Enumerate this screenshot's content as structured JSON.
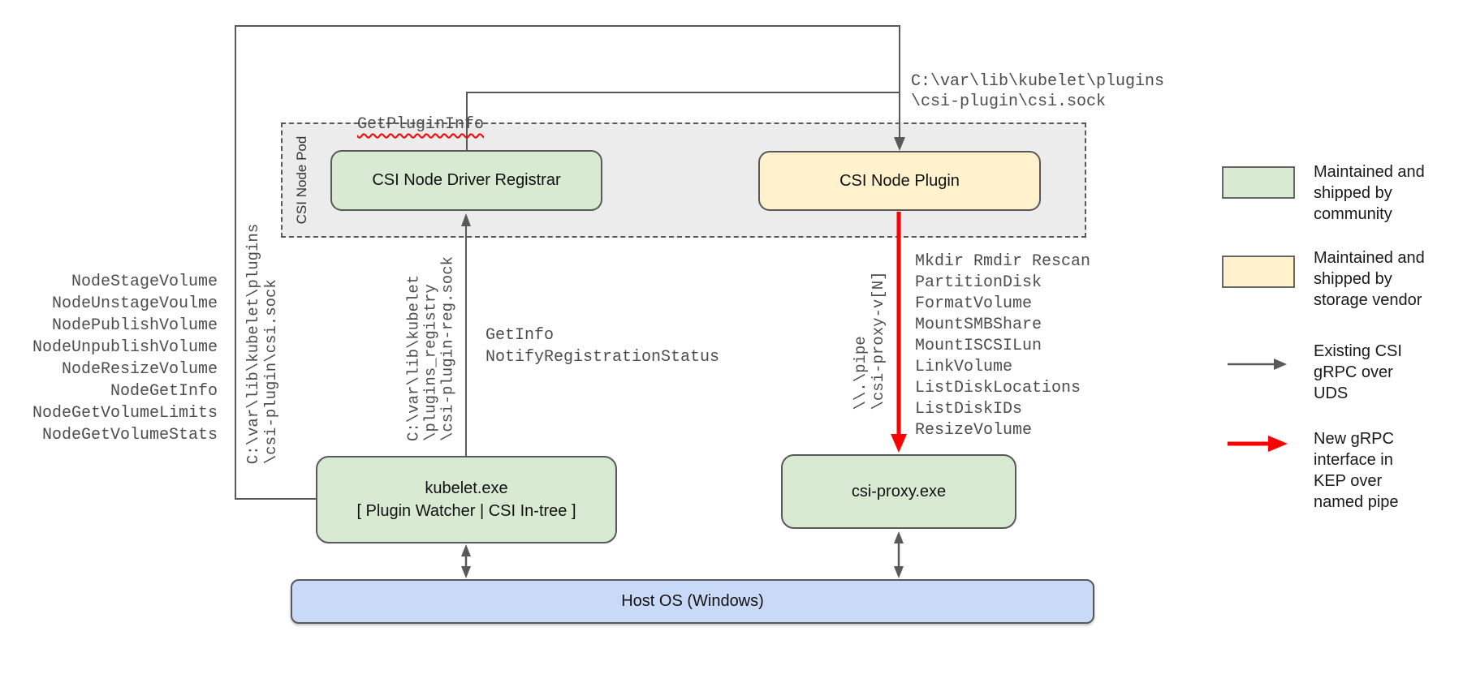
{
  "colors": {
    "green": "#d9ead3",
    "yellow": "#fff2cc",
    "blue": "#c9daf8",
    "pod-gray": "#ececec",
    "line": "#595959",
    "red": "#ff0000"
  },
  "diagram": {
    "pod_label": "CSI Node Pod",
    "registrar_label": "CSI Node Driver Registrar",
    "plugin_label": "CSI Node Plugin",
    "kubelet_title": "kubelet.exe",
    "kubelet_subtitle": "[ Plugin Watcher | CSI In-tree ]",
    "csi_proxy_label": "csi-proxy.exe",
    "host_os_label": "Host OS (Windows)",
    "get_plugin_info": "GetPluginInfo",
    "plugins_sock_top": "C:\\var\\lib\\kubelet\\plugins\n\\csi-plugin\\csi.sock",
    "plugins_sock_left": "C:\\var\\lib\\kubelet\\plugins\n\\csi-plugin\\csi.sock",
    "registry_sock": "C:\\var\\lib\\kubelet\n\\plugins_registry\n\\csi-plugin-reg.sock",
    "named_pipe": "\\\\.\\pipe\n\\csi-proxy-v[N]",
    "registration_calls": "GetInfo\nNotifyRegistrationStatus",
    "node_methods": [
      "NodeStageVolume",
      "NodeUnstageVoulme",
      "NodePublishVolume",
      "NodeUnpublishVolume",
      "NodeResizeVolume",
      "NodeGetInfo",
      "NodeGetVolumeLimits",
      "NodeGetVolumeStats"
    ],
    "proxy_methods": [
      "Mkdir Rmdir Rescan",
      "PartitionDisk",
      "FormatVolume",
      "MountSMBShare",
      "MountISCSILun",
      "LinkVolume",
      "ListDiskLocations",
      "ListDiskIDs",
      "ResizeVolume"
    ]
  },
  "legend": {
    "community": "Maintained and\nshipped by\ncommunity",
    "vendor": "Maintained and\nshipped by\nstorage vendor",
    "uds": "Existing CSI\ngRPC over\nUDS",
    "pipe": "New gRPC\ninterface in\nKEP over\nnamed pipe"
  }
}
